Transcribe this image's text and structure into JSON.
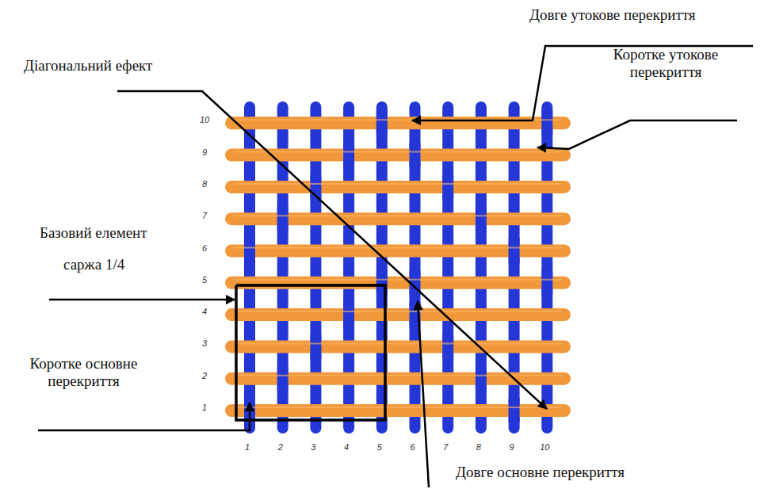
{
  "diagram": {
    "labels": [
      "Довге утокове перекриття",
      "Діагональний ефект",
      "Коротке утокове перекриття",
      "Базовий елемент",
      "саржа 1/4",
      "Коротке основне перекриття",
      "Довге основне перекриття",
      "10",
      "9",
      "8",
      "7",
      "6",
      "5",
      "4",
      "3",
      "2",
      "1",
      "1",
      "2",
      "3",
      "4",
      "5",
      "6",
      "7",
      "8",
      "9",
      "10"
    ]
  }
}
